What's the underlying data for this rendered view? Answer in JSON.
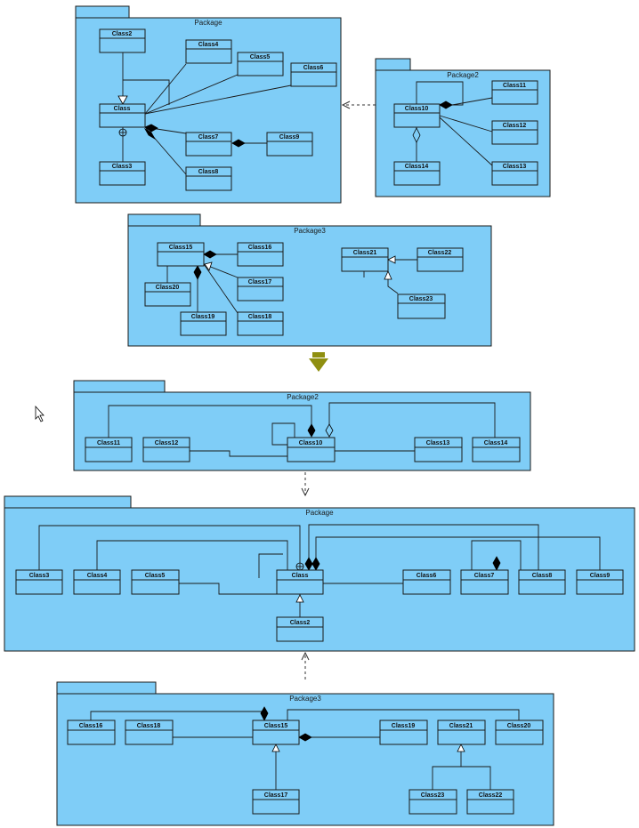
{
  "packages": {
    "package_top": {
      "title": "Package"
    },
    "package2_top": {
      "title": "Package2"
    },
    "package3_top": {
      "title": "Package3"
    },
    "package2_bottom": {
      "title": "Package2"
    },
    "package_bottom": {
      "title": "Package"
    },
    "package3_bottom": {
      "title": "Package3"
    }
  },
  "classes": {
    "Class": "Class",
    "Class2": "Class2",
    "Class3": "Class3",
    "Class4": "Class4",
    "Class5": "Class5",
    "Class6": "Class6",
    "Class7": "Class7",
    "Class8": "Class8",
    "Class9": "Class9",
    "Class10": "Class10",
    "Class11": "Class11",
    "Class12": "Class12",
    "Class13": "Class13",
    "Class14": "Class14",
    "Class15": "Class15",
    "Class16": "Class16",
    "Class17": "Class17",
    "Class18": "Class18",
    "Class19": "Class19",
    "Class20": "Class20",
    "Class21": "Class21",
    "Class22": "Class22",
    "Class23": "Class23"
  },
  "colors": {
    "package_fill": "#7fcdf7",
    "line": "#1a1a1a",
    "arrow_olive": "#8f8f10"
  },
  "icons": {
    "transform_arrow": "down-arrow-icon",
    "cursor": "mouse-pointer-icon"
  }
}
